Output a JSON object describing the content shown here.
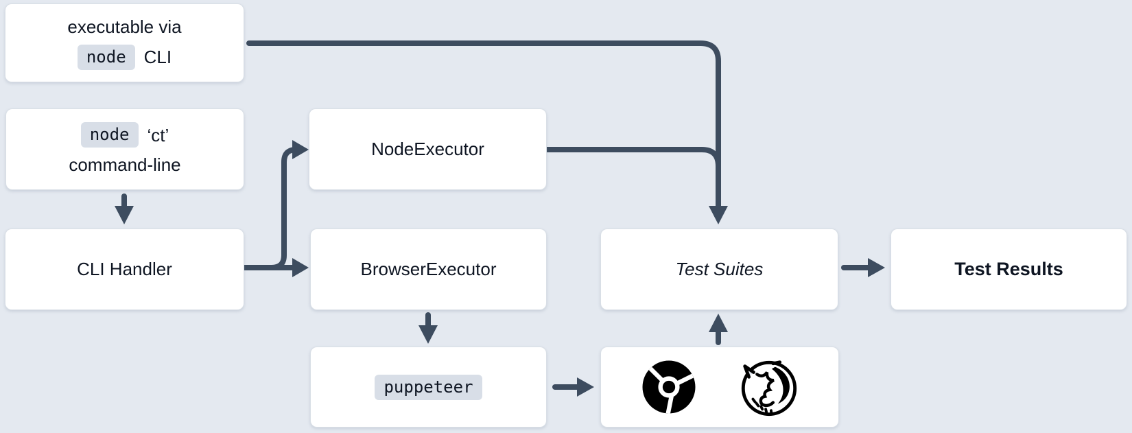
{
  "diagram": {
    "type": "flowchart",
    "colors": {
      "background": "#e4e9f0",
      "node_fill": "#ffffff",
      "edge": "#3d4c5f",
      "code_chip_bg": "#d8dee7",
      "text": "#0e1522"
    },
    "nodes": {
      "exec_cli": {
        "line1": "executable via",
        "code": "node",
        "line2_rest": "CLI"
      },
      "node_ct": {
        "code": "node",
        "line1_rest": "‘ct’",
        "line2": "command-line"
      },
      "cli_handler": {
        "label": "CLI Handler"
      },
      "node_executor": {
        "label": "NodeExecutor"
      },
      "browser_executor": {
        "label": "BrowserExecutor"
      },
      "puppeteer": {
        "code": "puppeteer"
      },
      "browsers": {
        "icons": [
          "chrome-icon",
          "firefox-icon"
        ]
      },
      "test_suites": {
        "label": "Test Suites",
        "style": "italic"
      },
      "test_results": {
        "label": "Test Results",
        "style": "bold"
      }
    },
    "edges": [
      {
        "from": "exec_cli",
        "to": "test_suites"
      },
      {
        "from": "node_ct",
        "to": "cli_handler"
      },
      {
        "from": "cli_handler",
        "to": "node_executor"
      },
      {
        "from": "cli_handler",
        "to": "browser_executor"
      },
      {
        "from": "node_executor",
        "to": "test_suites"
      },
      {
        "from": "browser_executor",
        "to": "puppeteer"
      },
      {
        "from": "puppeteer",
        "to": "browsers"
      },
      {
        "from": "browsers",
        "to": "test_suites"
      },
      {
        "from": "test_suites",
        "to": "test_results"
      }
    ]
  }
}
